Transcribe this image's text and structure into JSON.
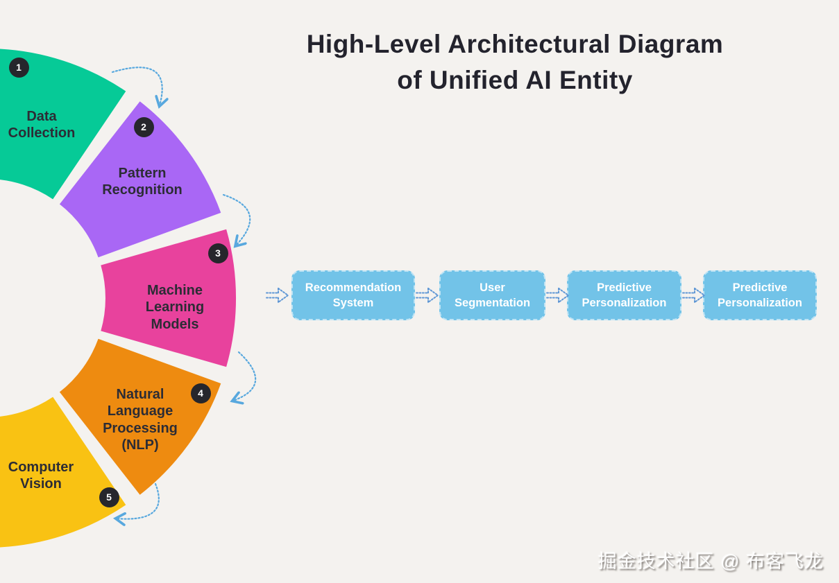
{
  "title": {
    "line1": "High-Level Architectural Diagram",
    "line2": "of Unified AI Entity"
  },
  "wheel": {
    "segments": [
      {
        "number": "1",
        "label": "Data Collection",
        "color": "#06ca97"
      },
      {
        "number": "2",
        "label": "Pattern Recognition",
        "color": "#a967f5"
      },
      {
        "number": "3",
        "label": "Machine Learning Models",
        "color": "#e8429d"
      },
      {
        "number": "4",
        "label": "Natural Language Processing (NLP)",
        "color": "#ee8b10"
      },
      {
        "number": "5",
        "label": "Computer Vision",
        "color": "#f9c213"
      }
    ]
  },
  "flow": {
    "boxes": [
      {
        "label": "Recommendation System"
      },
      {
        "label": "User Segmentation"
      },
      {
        "label": "Predictive Personalization"
      },
      {
        "label": "Predictive Personalization"
      }
    ],
    "box_color": "#72c3e8",
    "arrow_color": "#5f97d5"
  },
  "watermark": "掘金技术社区 @ 布客飞龙",
  "colors": {
    "background": "#f4f2ef",
    "title_text": "#23232d",
    "badge_background": "#26262c",
    "segment_label_text": "#2c2c35",
    "cycle_arrow": "#58a8de"
  }
}
